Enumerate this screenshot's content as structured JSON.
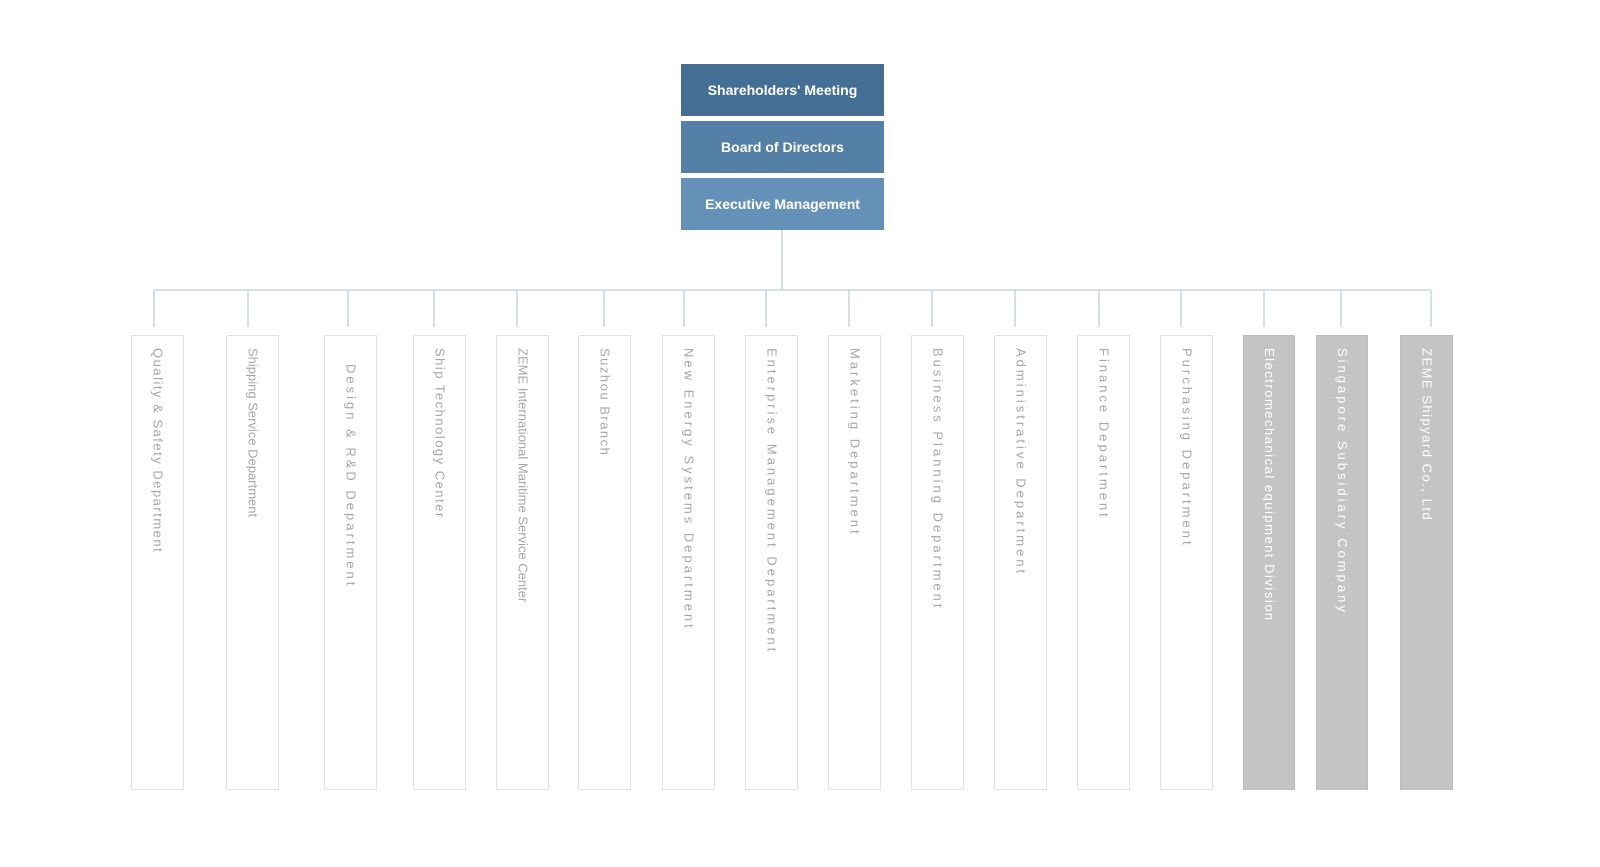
{
  "leadership": {
    "shareholders": "Shareholders' Meeting",
    "board": "Board of Directors",
    "executive": "Executive Management"
  },
  "colors": {
    "shareholders": "#456e95",
    "board": "#547fa7",
    "executive": "#6591b8",
    "connector": "#c9d3df",
    "subsidiary": "#c4c4c4"
  },
  "departments": [
    {
      "label": "Quality & Safety Department",
      "type": "department"
    },
    {
      "label": "Shipping Service Department",
      "type": "department"
    },
    {
      "label": "Design & R&D Department",
      "type": "department"
    },
    {
      "label": "Ship Technology Center",
      "type": "department"
    },
    {
      "label": "ZEME International Maritime Service Center",
      "type": "department"
    },
    {
      "label": "Suzhou Branch",
      "type": "department"
    },
    {
      "label": "New Energy Systems Department",
      "type": "department"
    },
    {
      "label": "Enterprise Management Department",
      "type": "department"
    },
    {
      "label": "Marketing Department",
      "type": "department"
    },
    {
      "label": "Business Planning Department",
      "type": "department"
    },
    {
      "label": "Administrative Department",
      "type": "department"
    },
    {
      "label": "Finance Department",
      "type": "department"
    },
    {
      "label": "Purchasing Department",
      "type": "department"
    },
    {
      "label": "Electromechanical equipment Division",
      "type": "subsidiary"
    },
    {
      "label": "Singapore Subsidiary Company",
      "type": "subsidiary"
    },
    {
      "label": "ZEME Shipyard Co., Ltd",
      "type": "subsidiary"
    }
  ]
}
